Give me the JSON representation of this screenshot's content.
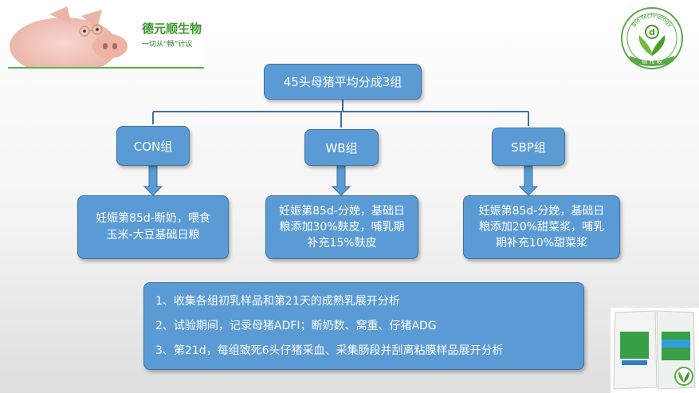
{
  "brand": {
    "name": "德元顺生物",
    "slogan": "一切从“畅”计议",
    "logo_ring_text": "Bio-Technology",
    "logo_bottom_text": "德 元 顺",
    "logo_letter": "d"
  },
  "diagram": {
    "top": "45头母猪平均分成3组",
    "groups": [
      {
        "label": "CON组",
        "detail": [
          "妊娠第85d-断奶，喂食",
          "玉米-大豆基础日粮"
        ]
      },
      {
        "label": "WB组",
        "detail": [
          "妊娠第85d-分娩，基础日",
          "粮添加30%麸皮，哺乳期",
          "补充15%麸皮"
        ]
      },
      {
        "label": "SBP组",
        "detail": [
          "妊娠第85d-分娩，基础日",
          "粮添加20%甜菜浆，哺乳",
          "期补充10%甜菜浆"
        ]
      }
    ],
    "summary": [
      "1、收集各组初乳样品和第21天的成熟乳展开分析",
      "2、试验期间，记录母猪ADFI；断奶数、窝重、仔猪ADG",
      "3、第21d，每组致死6头仔猪采血、采集肠段并刮离粘膜样品展开分析"
    ]
  },
  "colors": {
    "box_fill": "#5b9bd5",
    "box_border": "#41719c",
    "connector": "#41719c",
    "brand_green": "#3a9a2a"
  }
}
